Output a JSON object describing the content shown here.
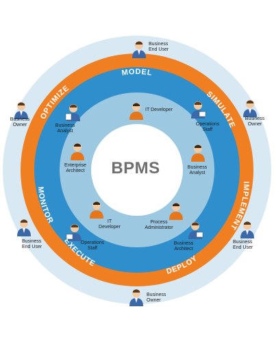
{
  "center": {
    "title": "BPMS"
  },
  "phases": [
    "MODEL",
    "SIMULATE",
    "IMPLEMENT",
    "DEPLOY",
    "EXECUTE",
    "MONITOR",
    "OPTIMIZE"
  ],
  "outer_roles": {
    "top": "Business\nEnd User",
    "left_upper": "Business\nOwner",
    "right_upper": "Business\nOwner",
    "left_lower": "Business\nEnd User",
    "right_lower": "Business\nEnd User",
    "bottom": "Business\nOwner"
  },
  "inner_roles": {
    "it_dev_top": "IT Developer",
    "biz_analyst_left": "Business\nAnalyst",
    "ops_staff_right": "Operations\nStaff",
    "ent_architect": "Enterprise\nArchitect",
    "biz_analyst_right": "Business\nAnalyst",
    "it_dev_bottom": "IT\nDeveloper",
    "process_admin": "Process\nAdministrator",
    "ops_staff_left": "Operations\nStaff",
    "biz_architect": "Business\nArchitect"
  },
  "colors": {
    "outer_ring": "#d9e9f3",
    "orange_ring": "#f07f22",
    "blue_ring": "#2f8fcc",
    "inner_disc": "#9cc8e2",
    "center": "#ffffff",
    "person_suit": "#3a68a8",
    "person_orange": "#e7761a",
    "phase_text": "#ffffff"
  }
}
